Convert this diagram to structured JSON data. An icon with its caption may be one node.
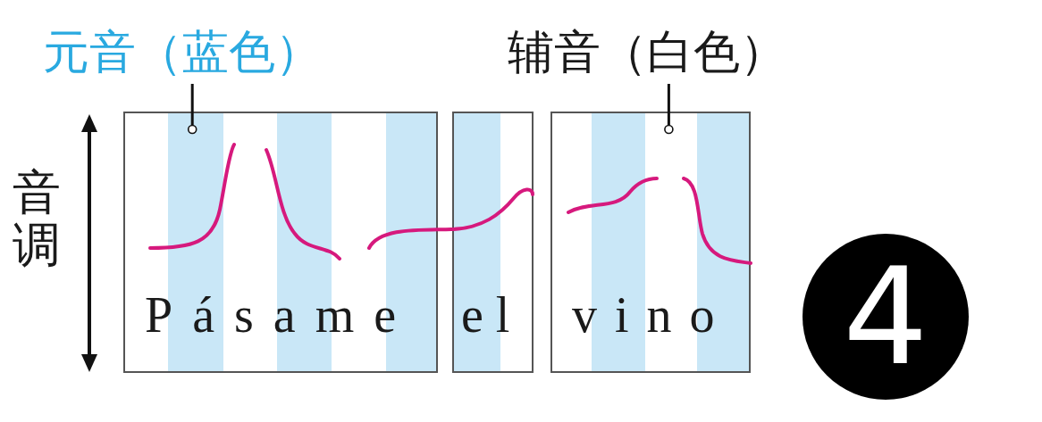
{
  "diagram": {
    "nodes": [
      {
        "text": [
          "元音（蓝色）"
        ]
      },
      {
        "text": [
          "辅音（白色）"
        ]
      },
      {
        "text": [
          "Pásame"
        ]
      },
      {
        "text": [
          "el"
        ]
      },
      {
        "text": [
          "vino"
        ]
      },
      {
        "text": [
          "4"
        ]
      }
    ],
    "edges": [
      {
        "from": 0,
        "to": 2,
        "arrow": "other"
      },
      {
        "from": 1,
        "to": 4,
        "arrow": "other"
      }
    ],
    "labels": [
      "音调"
    ]
  }
}
